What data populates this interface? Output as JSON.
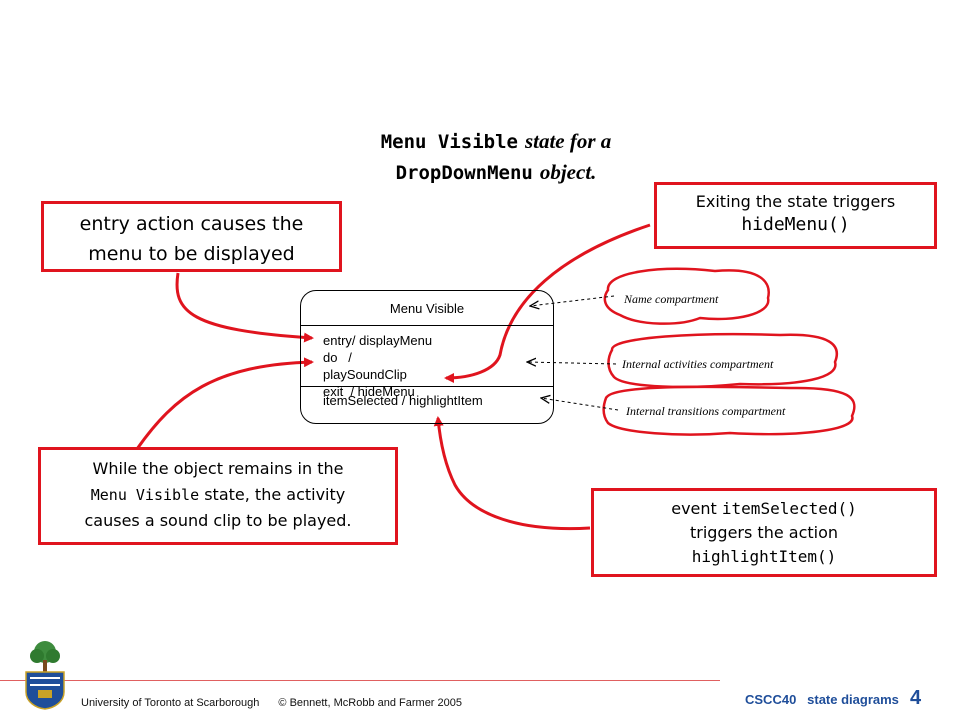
{
  "title": {
    "line1_code": "Menu Visible",
    "line1_text": "state for a",
    "line2_code": "DropDownMenu",
    "line2_text": "object."
  },
  "callouts": {
    "entry": {
      "line1": "entry action causes the",
      "line2": "menu to be displayed"
    },
    "exit": {
      "text": "Exiting the state triggers",
      "code": "hideMenu()"
    },
    "activity": {
      "line1": "While the object remains in the",
      "code": "Menu Visible",
      "line2_rest": "state, the activity",
      "line3": "causes a sound clip to be played."
    },
    "event": {
      "prefix": "event",
      "code": "itemSelected()",
      "line2": "triggers the action",
      "code2": "highlightItem()"
    }
  },
  "state": {
    "name": "Menu Visible",
    "activities": [
      "entry/ displayMenu",
      "do   /",
      "playSoundClip",
      "exit  / hideMenu"
    ],
    "transition": "itemSelected / highlightItem"
  },
  "notes": {
    "name": "Name compartment",
    "activities": "Internal activities compartment",
    "transitions": "Internal transitions compartment"
  },
  "footer": {
    "institution": "University of Toronto at Scarborough",
    "copyright": "© Bennett, McRobb and Farmer 2005",
    "course": "CSCC40   state diagrams",
    "page": "4"
  },
  "colors": {
    "accent": "#e0141e",
    "footer_blue": "#1f4e9a"
  },
  "icons": {
    "logo": "university-crest-icon"
  }
}
